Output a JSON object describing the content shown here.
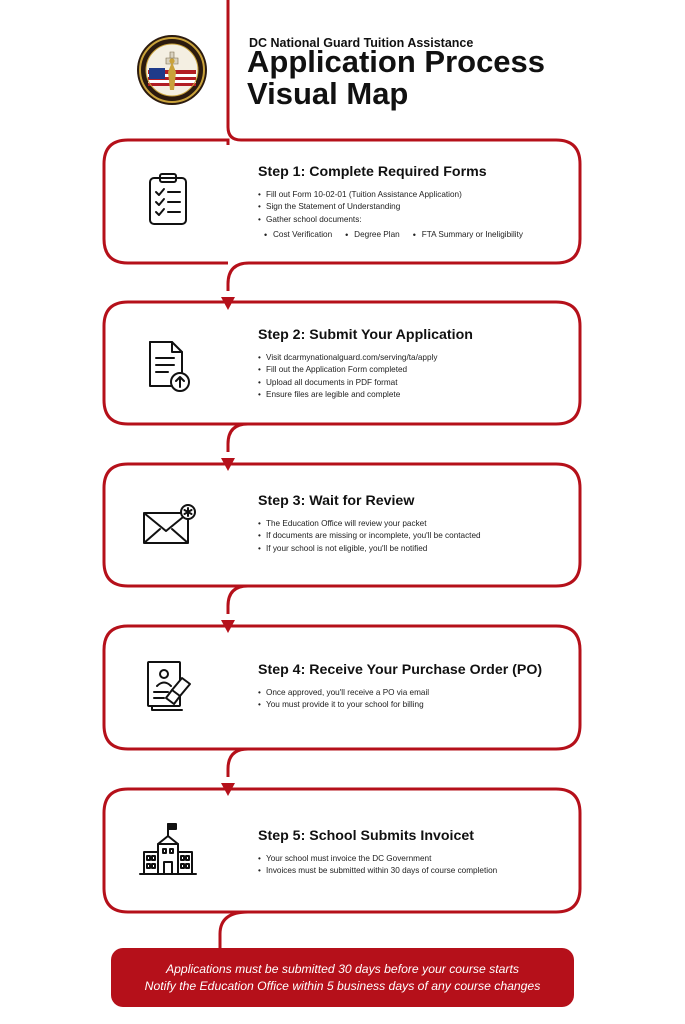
{
  "header": {
    "subtitle": "DC National Guard Tuition Assistance",
    "title_line1": "Application Process",
    "title_line2": "Visual Map"
  },
  "colors": {
    "accent": "#b5101a",
    "text": "#111111"
  },
  "steps": [
    {
      "title": "Step 1: Complete Required Forms",
      "icon": "clipboard-checklist-icon",
      "items": [
        "Fill out Form 10-02-01 (Tuition Assistance Application)",
        "Sign the Statement of Understanding",
        "Gather school documents:"
      ],
      "subitems": [
        "Cost Verification",
        "Degree Plan",
        "FTA Summary or Ineligibility"
      ]
    },
    {
      "title": "Step 2: Submit Your Application",
      "icon": "document-upload-icon",
      "items": [
        "Visit dcarmynationalguard.com/serving/ta/apply",
        "Fill out the Application Form completed",
        "Upload all documents in PDF format",
        "Ensure files are legible and complete"
      ]
    },
    {
      "title": "Step 3: Wait for Review",
      "icon": "envelope-notification-icon",
      "items": [
        "The Education Office will review your packet",
        "If documents are missing or incomplete, you'll be contacted",
        "If your school is not eligible, you'll be notified"
      ]
    },
    {
      "title": "Step 4: Receive Your Purchase Order (PO)",
      "icon": "approved-document-stamp-icon",
      "items": [
        "Once approved, you'll receive a PO via email",
        "You must provide it to your school for billing"
      ]
    },
    {
      "title": "Step 5: School Submits Invoicet",
      "icon": "school-building-icon",
      "items": [
        "Your school must invoice the DC Government",
        "Invoices must be submitted within 30 days of course completion"
      ]
    }
  ],
  "footer": {
    "line1": "Applications must be submitted 30 days before your course starts",
    "line2": "Notify the Education Office within 5 business days of any course changes"
  }
}
